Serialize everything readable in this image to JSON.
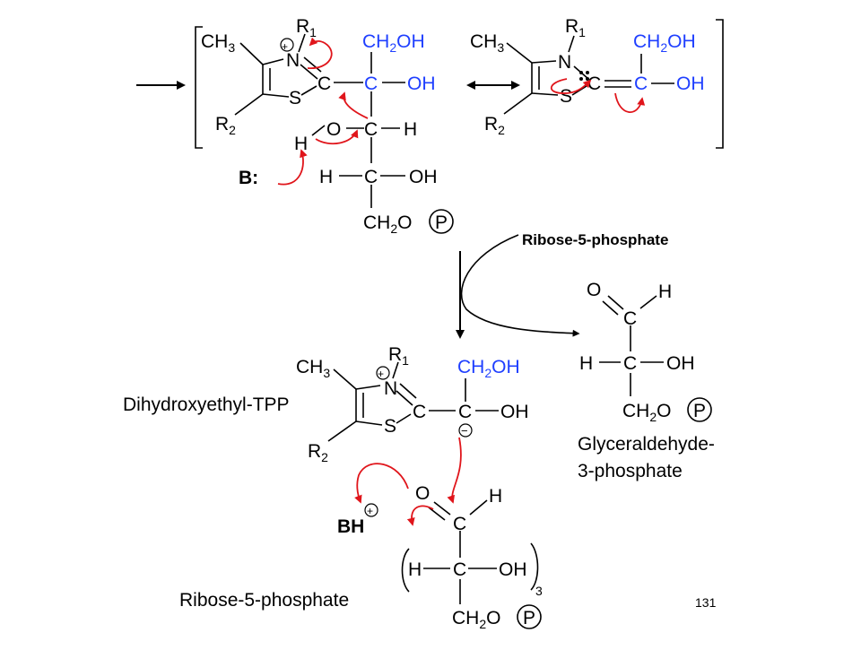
{
  "labels": {
    "dihydroxyethyl_tpp": "Dihydroxyethyl-TPP",
    "glyceraldehyde_line1": "Glyceraldehyde-",
    "glyceraldehyde_line2": "3-phosphate",
    "ribose_reactant": "Ribose-5-phosphate",
    "ribose_product": "Ribose-5-phosphate",
    "page_number": "131"
  },
  "atoms": {
    "ch3": "CH",
    "ch3_sub": "3",
    "r": "R",
    "r1_sub": "1",
    "r2_sub": "2",
    "n": "N",
    "s": "S",
    "c": "C",
    "oh": "OH",
    "o": "O",
    "h": "H",
    "ch2oh_a": "CH",
    "ch2oh_sub": "2",
    "ch2oh_b": "OH",
    "ch2o_a": "CH",
    "ch2o_b": "O",
    "p": "P",
    "base": "B:",
    "bh": "BH",
    "plus": "+",
    "minus": "−",
    "repeat_sub": "3"
  },
  "colors": {
    "arrow_red": "#e0151b",
    "text_blue": "#1f3fff",
    "ink": "#000000"
  }
}
